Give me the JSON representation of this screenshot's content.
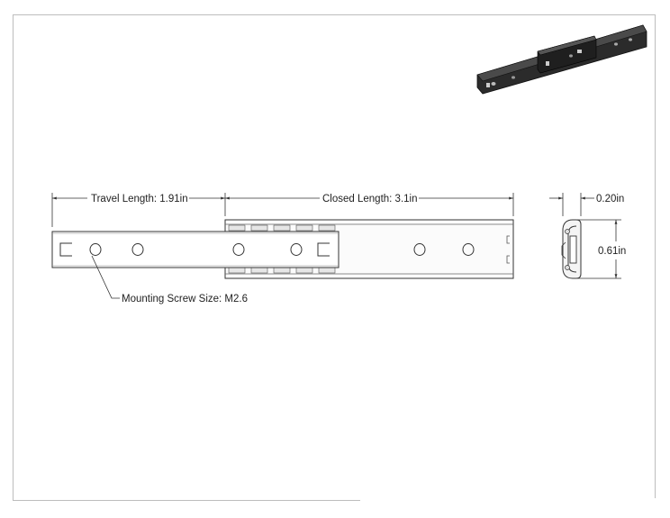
{
  "dimensions": {
    "travel_length": "Travel Length: 1.91in",
    "closed_length": "Closed Length: 3.1in",
    "thickness": "0.20in",
    "height": "0.61in",
    "screw_size": "Mounting Screw Size: M2.6"
  },
  "colors": {
    "line": "#333333",
    "rail_fill": "#fafafa",
    "iso_dark": "#2a2a2a",
    "frame": "#bdbdbd"
  }
}
